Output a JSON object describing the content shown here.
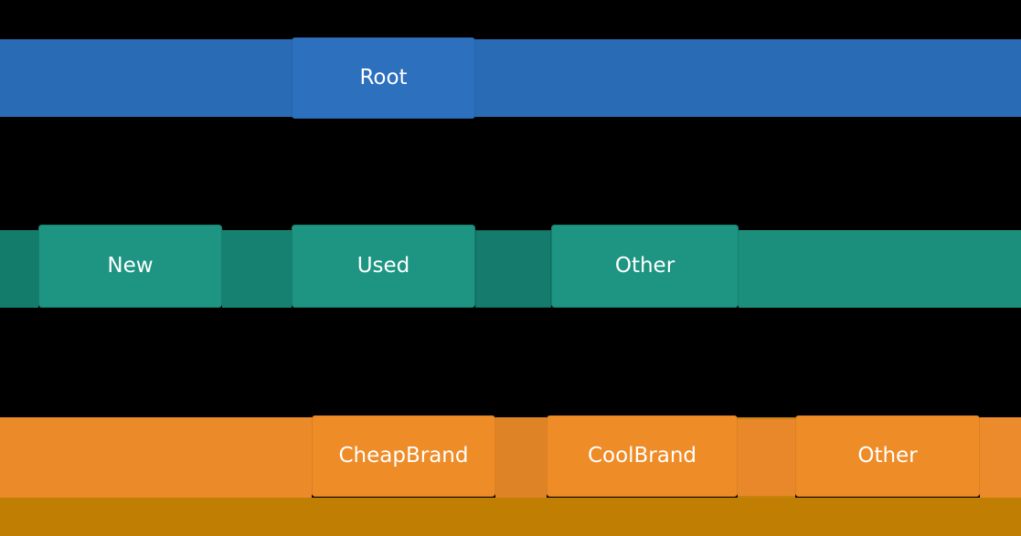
{
  "figure_type": "decision-tree-hierarchy",
  "background": "#000000",
  "text_color": "#ffffff",
  "tree": {
    "levels": [
      {
        "name": "root-level",
        "node_color": "#2d70bd",
        "band_color": "#2a6bb6",
        "nodes": [
          {
            "label": "Root"
          }
        ]
      },
      {
        "name": "level-1",
        "node_color": "#1d9582",
        "band_color": "#1b8e7c",
        "band_dark_color": "#147c6b",
        "nodes": [
          {
            "label": "New"
          },
          {
            "label": "Used"
          },
          {
            "label": "Other"
          }
        ]
      },
      {
        "name": "level-2",
        "node_color": "#ee8c28",
        "band_color": "#eb8a29",
        "nodes": [
          {
            "label": "CheapBrand"
          },
          {
            "label": "CoolBrand"
          },
          {
            "label": "Other"
          }
        ]
      }
    ],
    "footer_band_color": "#c07f02"
  }
}
